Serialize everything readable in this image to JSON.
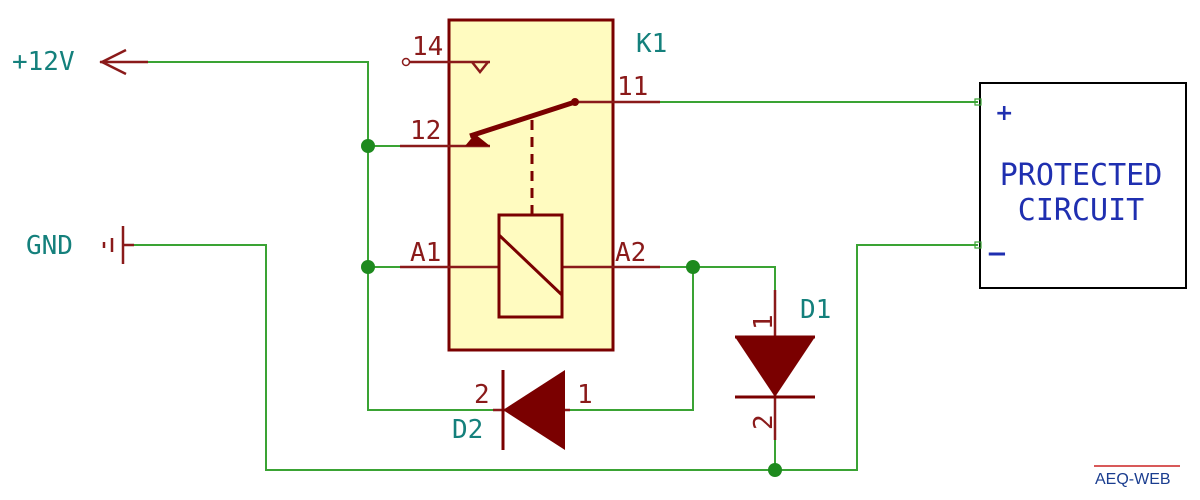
{
  "labels": {
    "power": "+12V",
    "ground": "GND",
    "relay": "K1",
    "diode_d1": "D1",
    "diode_d2": "D2",
    "pin_14": "14",
    "pin_11": "11",
    "pin_12": "12",
    "pin_a1": "A1",
    "pin_a2": "A2",
    "d1_pin1": "1",
    "d1_pin2": "2",
    "d2_pin1": "1",
    "d2_pin2": "2",
    "circuit_line1": "PROTECTED",
    "circuit_line2": "CIRCUIT",
    "plus": "+",
    "minus": "−",
    "watermark": "AEQ-WEB"
  },
  "colors": {
    "wire": "#3aa334",
    "component": "#7a0000",
    "relay_fill": "#fffbc0",
    "label_teal": "#14807c",
    "label_blue": "#1f2fb0"
  }
}
